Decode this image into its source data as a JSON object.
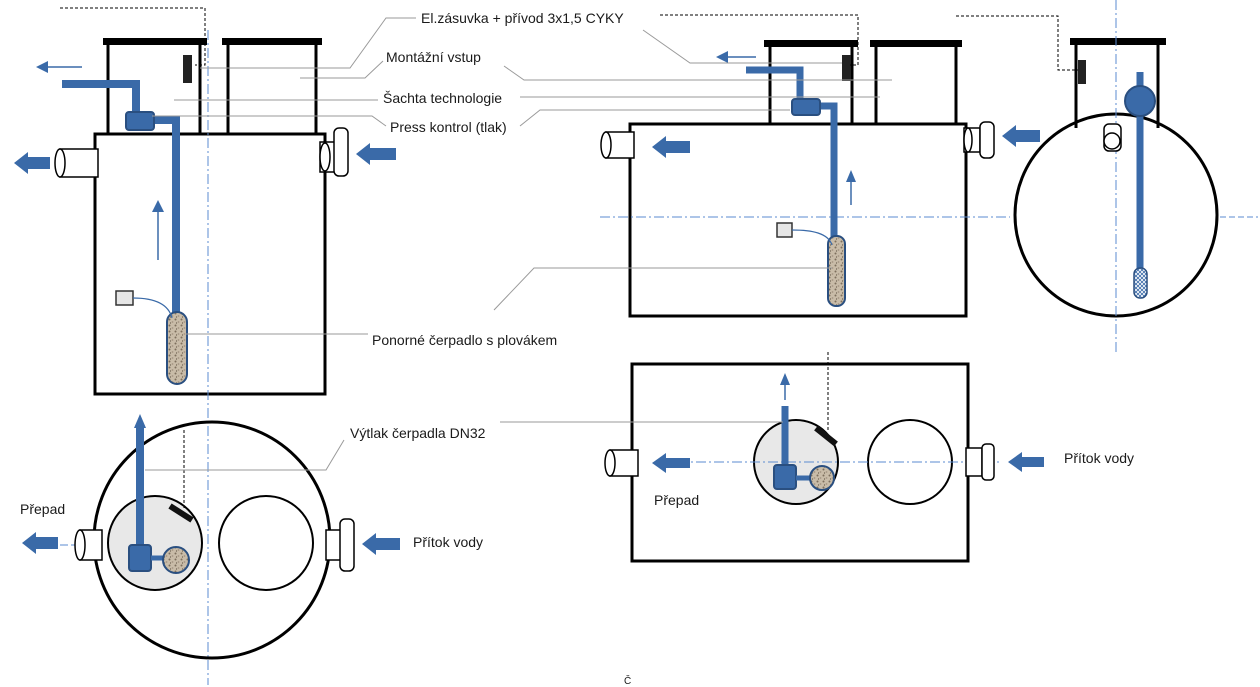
{
  "labels": {
    "el_zasuvka": "El.zásuvka + přívod 3x1,5 CYKY",
    "montazni_vstup": "Montážní vstup",
    "sachta": "Šachta technologie",
    "press_kontrol": "Press kontrol (tlak)",
    "cerpadlo": "Ponorné čerpadlo s plovákem",
    "vytlak": "Výtlak čerpadla DN32",
    "prepad_left": "Přepad",
    "pritok_left": "Přítok vody",
    "prepad_right": "Přepad",
    "pritok_right": "Přítok vody",
    "stray_mark": "Č"
  },
  "colors": {
    "outline": "#000000",
    "pipe": "#3a6aa8",
    "pipe_edge": "#2a4f80",
    "arrow": "#4a7ab8",
    "leader": "#9a9a9a",
    "axis": "#5b8bd0",
    "float": "#c2b4a0",
    "pump_body": "#e6e6e6"
  }
}
